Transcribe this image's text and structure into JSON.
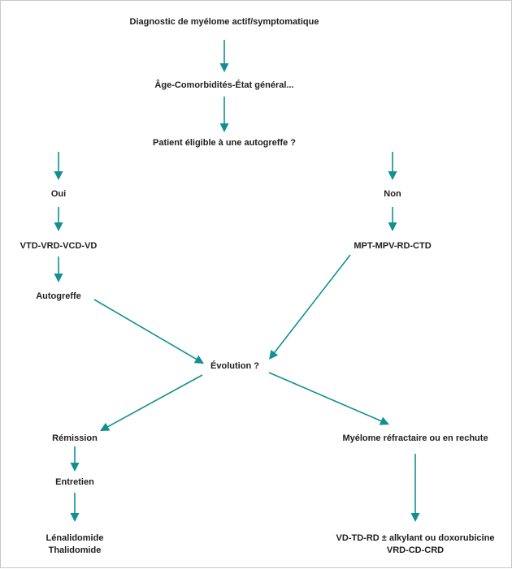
{
  "colors": {
    "arrow": "#119092",
    "text": "#1e1e1e",
    "background": "#ffffff"
  },
  "nodes": {
    "diagnostic": "Diagnostic de myélome actif/symptomatique",
    "age": "Âge-Comorbidités-État général...",
    "eligible": "Patient éligible à une autogreffe ?",
    "oui": "Oui",
    "non": "Non",
    "vtd": "VTD-VRD-VCD-VD",
    "mpt": "MPT-MPV-RD-CTD",
    "autogreffe": "Autogreffe",
    "evolution": "Évolution ?",
    "remission": "Rémission",
    "refractaire": "Myélome réfractaire ou en rechute",
    "entretien": "Entretien",
    "lenalidomide": "Lénalidomide",
    "thalidomide": "Thalidomide",
    "vd_td_rd": "VD-TD-RD ± alkylant ou doxorubicine",
    "vrd_cd_crd": "VRD-CD-CRD"
  }
}
